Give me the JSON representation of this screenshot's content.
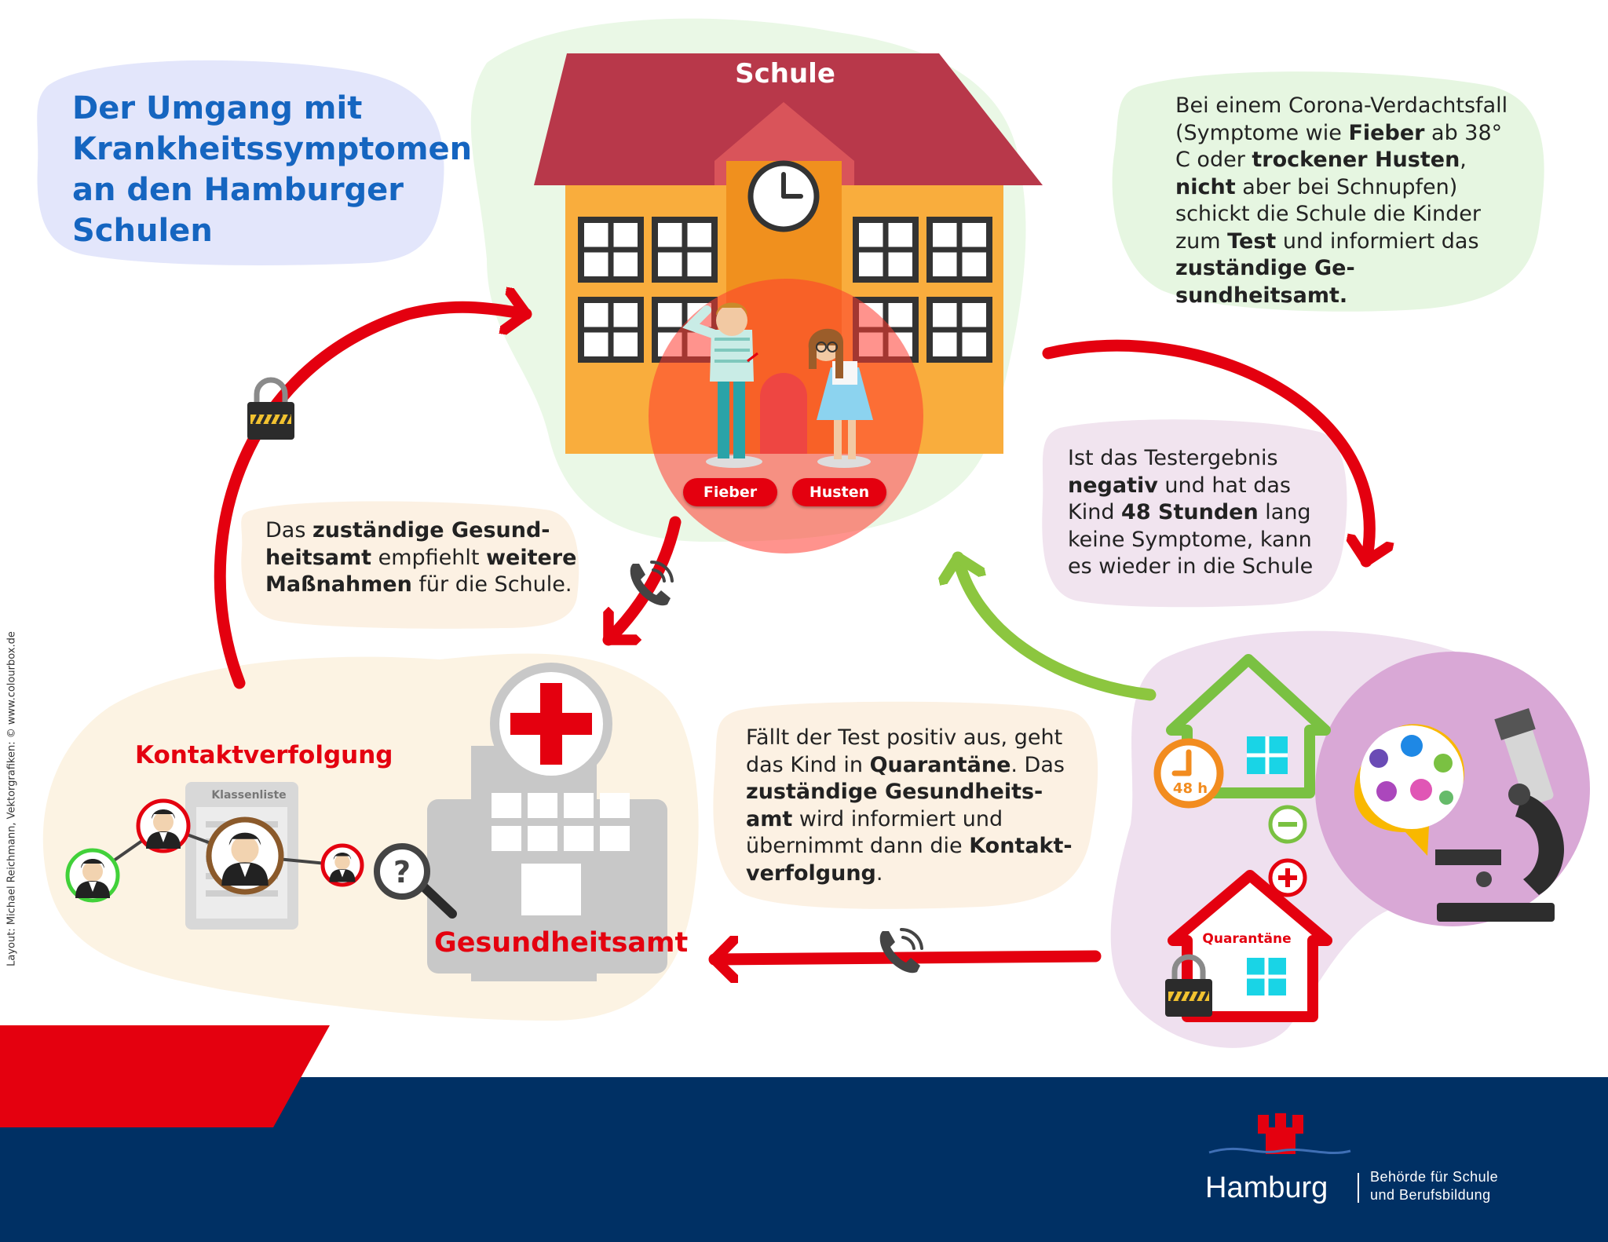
{
  "title": "Der Umgang mit Krankheitssymptomen an den Hamburger Schulen",
  "school_label": "Schule",
  "symptom_labels": {
    "fever": "Fieber",
    "cough": "Husten"
  },
  "box_verdacht": {
    "t1": "Bei einem Corona-Verdachtsfall (Symptome wie ",
    "b1": "Fieber",
    "t2": " ab 38° C oder ",
    "b2": "trockener Husten",
    "t3": ", ",
    "b3": "nicht",
    "t4": " aber bei Schnupfen) schickt die Schule die Kinder zum ",
    "b4": "Test",
    "t5": " und informiert das ",
    "b5": "zuständige Ge-sundheitsamt."
  },
  "box_negativ": {
    "t1": "Ist das Testergebnis ",
    "b1": "negativ",
    "t2": " und hat das Kind ",
    "b2": "48 Stunden",
    "t3": " lang keine Symptome, kann es wieder in die Schule"
  },
  "box_massnahmen": {
    "t1": "Das ",
    "b1": "zuständige Gesund-heitsamt",
    "t2": " empfiehlt ",
    "b2": "weitere Maßnahmen",
    "t3": " für die Schule."
  },
  "box_positiv": {
    "t1": "Fällt der Test positiv aus, geht das Kind in ",
    "b1": "Quarantäne",
    "t2": ". Das ",
    "b2": "zuständige Gesundheits-amt",
    "t3": " wird informiert und übernimmt dann die ",
    "b3": "Kontakt-verfolgung",
    "t4": "."
  },
  "contact_label": "Kontaktverfolgung",
  "class_list_label": "Klassenliste",
  "health_office_label": "Gesundheitsamt",
  "hours_label": "48 h",
  "quarantine_label": "Quarantäne",
  "credit": "Layout: Michael Reichmann, Vektorgrafiken: © www.colourbox.de",
  "logo": {
    "word": "Hamburg",
    "sub1": "Behörde für Schule",
    "sub2": "und Berufsbildung"
  },
  "colors": {
    "red": "#e4000f",
    "blue_title": "#1565c0",
    "navy": "#003064",
    "green_arrow": "#8cc63f",
    "orange": "#f5a623",
    "roof": "#b5323c"
  },
  "icons": [
    "padlock-icon",
    "phone-icon",
    "clock-icon",
    "magnifier-icon",
    "microscope-icon",
    "virus-icon",
    "red-cross-icon",
    "hamburg-castle-icon"
  ]
}
